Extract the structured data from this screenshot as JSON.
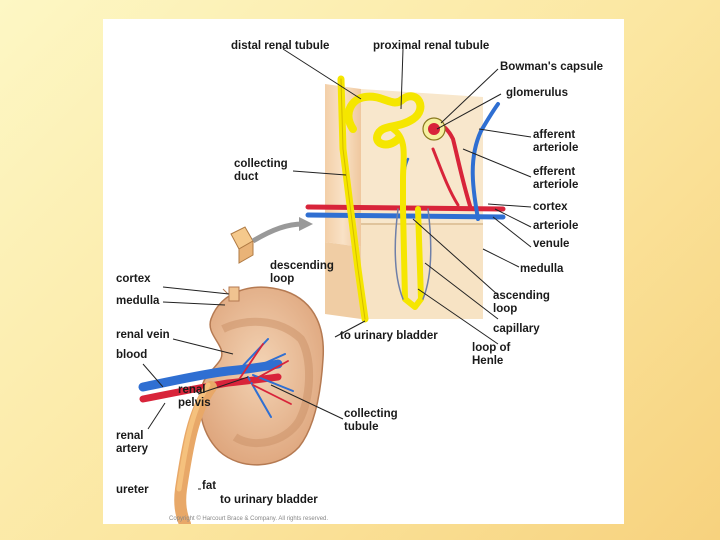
{
  "colors": {
    "background_light": "#fdf7c4",
    "background_dark": "#f7d27e",
    "tubule": "#f5e600",
    "artery": "#d8243a",
    "vein": "#2f6fd2",
    "tissue": "#f6dcc0",
    "medulla_tissue": "#f8e7c8"
  },
  "labels": {
    "distal_renal_tubule": "distal renal tubule",
    "proximal_renal_tubule": "proximal renal tubule",
    "bowmans_capsule": "Bowman's capsule",
    "glomerulus": "glomerulus",
    "afferent_arteriole": "afferent\narteriole",
    "efferent_arteriole": "efferent\narteriole",
    "cortex_right": "cortex",
    "arteriole": "arteriole",
    "venule": "venule",
    "collecting_duct": "collecting\nduct",
    "descending_loop": "descending\nloop",
    "medulla_right": "medulla",
    "ascending_loop": "ascending\nloop",
    "capillary": "capillary",
    "loop_of_henle": "loop of\nHenle",
    "to_urinary_bladder_top": "to urinary bladder",
    "cortex_left": "cortex",
    "medulla_left": "medulla",
    "renal_vein": "renal vein",
    "blood": "blood",
    "renal_pelvis": "renal\npelvis",
    "renal_artery": "renal\nartery",
    "collecting_tubule": "collecting\ntubule",
    "ureter": "ureter",
    "fat": "fat",
    "to_urinary_bladder_bottom": "to urinary bladder"
  },
  "credit": "Copyright © Harcourt Brace & Company. All rights reserved."
}
